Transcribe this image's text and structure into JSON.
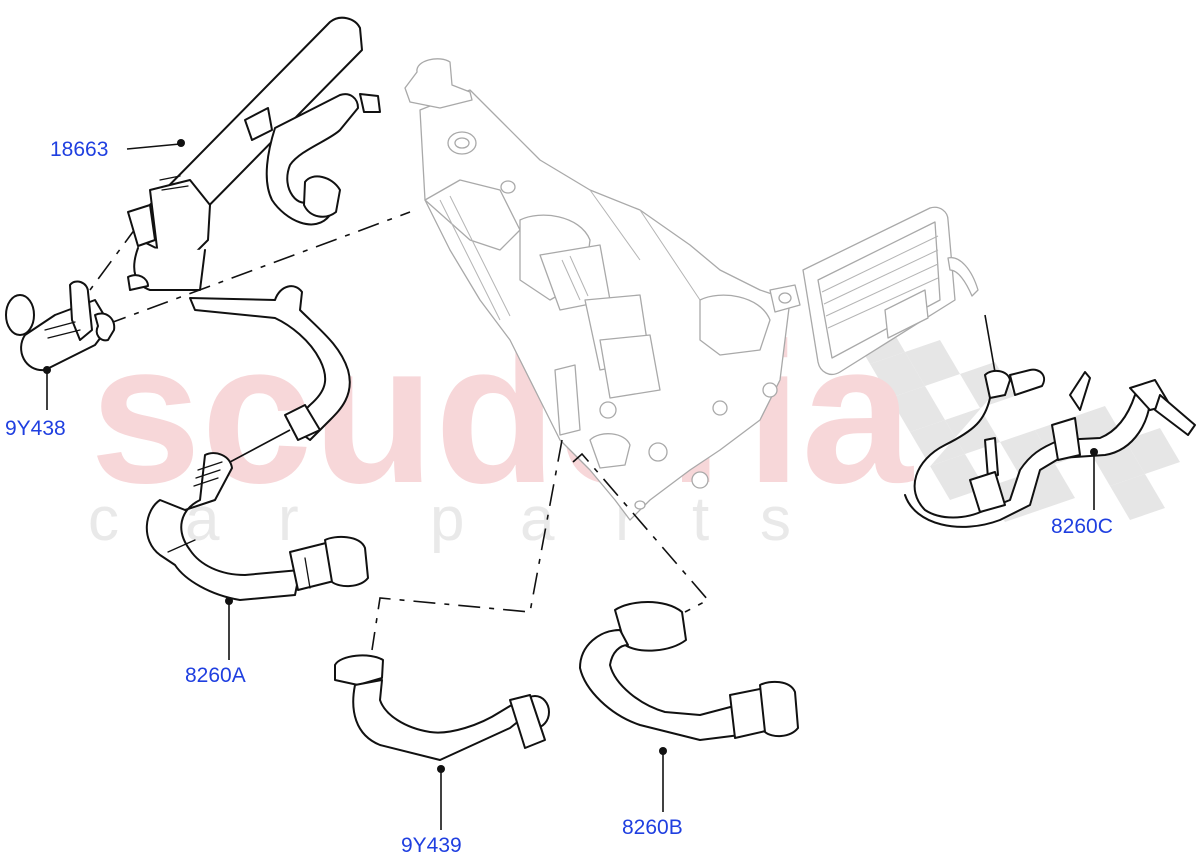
{
  "diagram": {
    "type": "exploded-parts-diagram",
    "subject": "Coolant / oil cooler hoses with engine assembly",
    "label_color": "#1f3fe0",
    "line_color": "#111111",
    "engine_line_color": "#a9a9a9"
  },
  "watermark": {
    "main_text": "scuderia",
    "sub_letters": [
      "c",
      "a",
      "r",
      "p",
      "a",
      "r",
      "t",
      "s"
    ],
    "main_color": "#f7d7d9",
    "sub_color": "#e9e9e9"
  },
  "callouts": [
    {
      "id": "18663",
      "label": "18663",
      "part": "upper coolant hose assembly"
    },
    {
      "id": "9Y438",
      "label": "9Y438",
      "part": "hose connector"
    },
    {
      "id": "8260A",
      "label": "8260A",
      "part": "hose"
    },
    {
      "id": "9Y439",
      "label": "9Y439",
      "part": "hose"
    },
    {
      "id": "8260B",
      "label": "8260B",
      "part": "hose"
    },
    {
      "id": "8260C",
      "label": "8260C",
      "part": "oil cooler hose"
    }
  ]
}
